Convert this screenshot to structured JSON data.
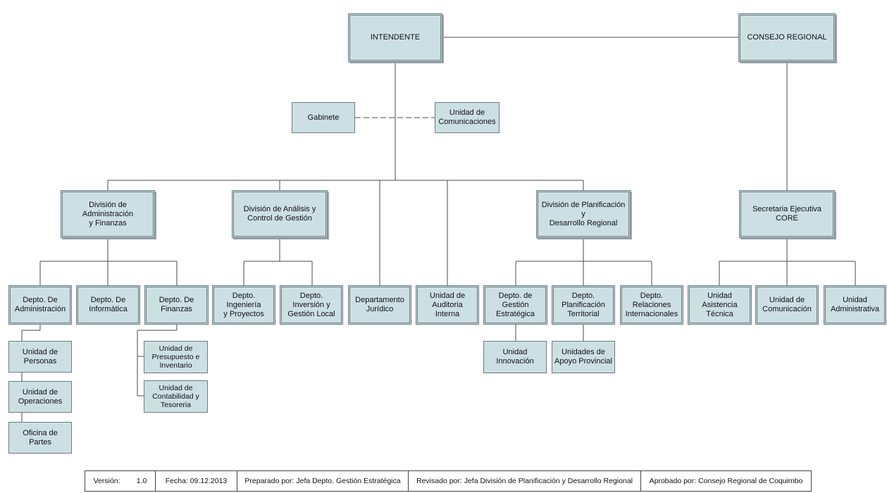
{
  "boxes": {
    "intendente": "INTENDENTE",
    "consejo": "CONSEJO REGIONAL",
    "gabinete": "Gabinete",
    "comunicaciones": "Unidad de\nComunicaciones",
    "div_admin": "División de Administración\ny Finanzas",
    "div_analisis": "División de Análisis y\nControl de Gestión",
    "div_plan": "División de Planificación y\nDesarrollo Regional",
    "secretaria": "Secretaria Ejecutiva\nCORE",
    "depto_admin": "Depto. De\nAdministración",
    "depto_info": "Depto. De\nInformática",
    "depto_fin": "Depto. De\nFinanzas",
    "depto_ing": "Depto. Ingeniería\ny Proyectos",
    "depto_inv": "Depto. Inversión y\nGestión Local",
    "depto_jur": "Departamento\nJurídico",
    "auditoria": "Unidad de\nAuditoria Interna",
    "depto_gest": "Depto. de\nGestión\nEstratégica",
    "depto_planif": "Depto.\nPlanificación\nTerritorial",
    "depto_rel": "Depto.\nRelaciones\nInternacionales",
    "asistencia": "Unidad Asistencia\nTécnica",
    "u_comunicacion": "Unidad de\nComunicación",
    "u_administrativa": "Unidad\nAdministrativa",
    "personas": "Unidad de\nPersonas",
    "operaciones": "Unidad de\nOperaciones",
    "partes": "Oficina de Partes",
    "presupuesto": "Unidad de\nPresupuesto e\nInventario",
    "contabilidad": "Unidad de\nContabilidad y\nTesoreria",
    "innovacion": "Unidad\nInnovación",
    "apoyo": "Unidades de\nApoyo Provincial"
  },
  "footer": {
    "version_label": "Versión:",
    "version_value": "1.0",
    "fecha": "Fecha: 09.12.2013",
    "preparado": "Preparado por: Jefa Depto. Gestión Estratégica",
    "revisado": "Revisado por: Jefa División de Planificación y Desarrollo Regional",
    "aprobado": "Aprobado por: Consejo Regional de Coquimbo"
  }
}
